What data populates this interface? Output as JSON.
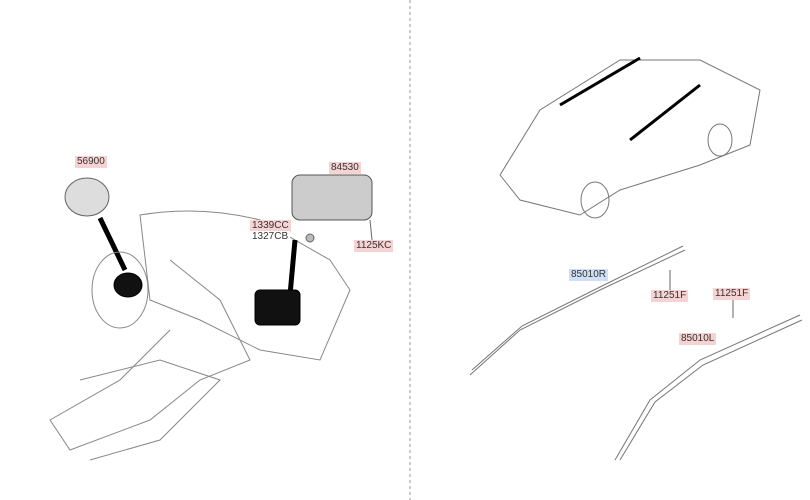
{
  "labels": {
    "l56900": "56900",
    "l84530": "84530",
    "l1339CC": "1339CC",
    "l1327CB": "1327CB",
    "l1125KC": "1125KC",
    "l85010R": "85010R",
    "l11251F_a": "11251F",
    "l11251F_b": "11251F",
    "l85010L": "85010L"
  },
  "colors": {
    "highlight": "#f6d2d2",
    "selected": "#cfe0f5",
    "line": "#555555"
  }
}
